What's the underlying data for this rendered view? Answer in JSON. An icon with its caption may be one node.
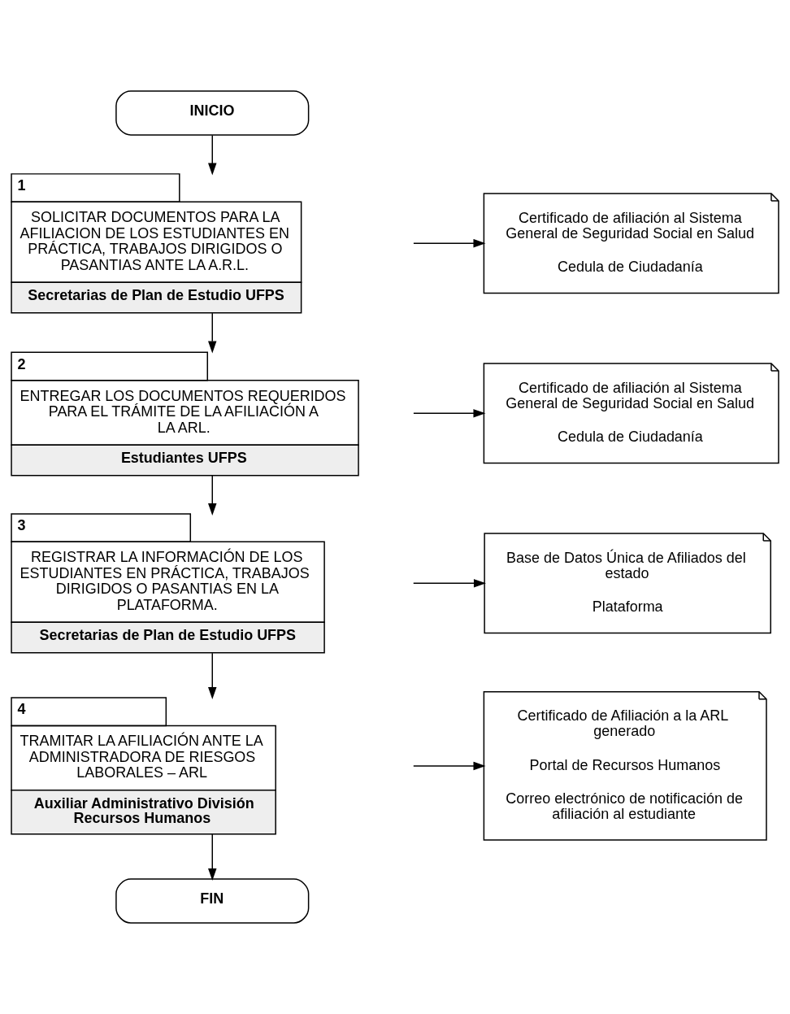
{
  "diagram": {
    "nodes": [
      {
        "text": [
          "INICIO"
        ]
      },
      {
        "text": [
          "1",
          "SOLICITAR DOCUMENTOS PARA LA AFILIACION DE LOS ESTUDIANTES EN PRÁCTICA, TRABAJOS DIRIGIDOS O PASANTIAS ANTE LA A.R.L.",
          "Secretarias de Plan de Estudio UFPS"
        ]
      },
      {
        "text": [
          "Certificado de afiliación al Sistema General de Seguridad Social en Salud",
          "Cedula de Ciudadanía"
        ]
      },
      {
        "text": [
          "2",
          "ENTREGAR LOS DOCUMENTOS REQUERIDOS PARA EL TRÁMITE DE LA AFILIACIÓN A LA ARL.",
          "Estudiantes UFPS"
        ]
      },
      {
        "text": [
          "Certificado de afiliación al Sistema General de Seguridad Social en Salud",
          "Cedula de Ciudadanía"
        ]
      },
      {
        "text": [
          "3",
          "REGISTRAR LA INFORMACIÓN DE LOS ESTUDIANTES EN PRÁCTICA, TRABAJOS DIRIGIDOS O PASANTIAS EN LA PLATAFORMA.",
          "Secretarias de Plan de Estudio UFPS"
        ]
      },
      {
        "text": [
          "Base de Datos Única de Afiliados del estado",
          "Plataforma"
        ]
      },
      {
        "text": [
          "4",
          "TRAMITAR LA AFILIACIÓN ANTE LA ADMINISTRADORA DE RIESGOS LABORALES – ARL",
          "Auxiliar Administrativo División Recursos Humanos"
        ]
      },
      {
        "text": [
          "Certificado de Afiliación a la ARL generado",
          "Portal de Recursos Humanos",
          "Correo electrónico de notificación de afiliación al estudiante"
        ]
      },
      {
        "text": [
          "FIN"
        ]
      }
    ],
    "edges": [
      {
        "from": 0,
        "to": 1,
        "arrow": "to"
      },
      {
        "from": 1,
        "to": 2,
        "arrow": "to"
      },
      {
        "from": 1,
        "to": 3,
        "arrow": "to"
      },
      {
        "from": 3,
        "to": 4,
        "arrow": "to"
      },
      {
        "from": 3,
        "to": 5,
        "arrow": "to"
      },
      {
        "from": 5,
        "to": 6,
        "arrow": "to"
      },
      {
        "from": 5,
        "to": 7,
        "arrow": "to"
      },
      {
        "from": 7,
        "to": 8,
        "arrow": "to"
      },
      {
        "from": 7,
        "to": 9,
        "arrow": "to"
      }
    ]
  }
}
